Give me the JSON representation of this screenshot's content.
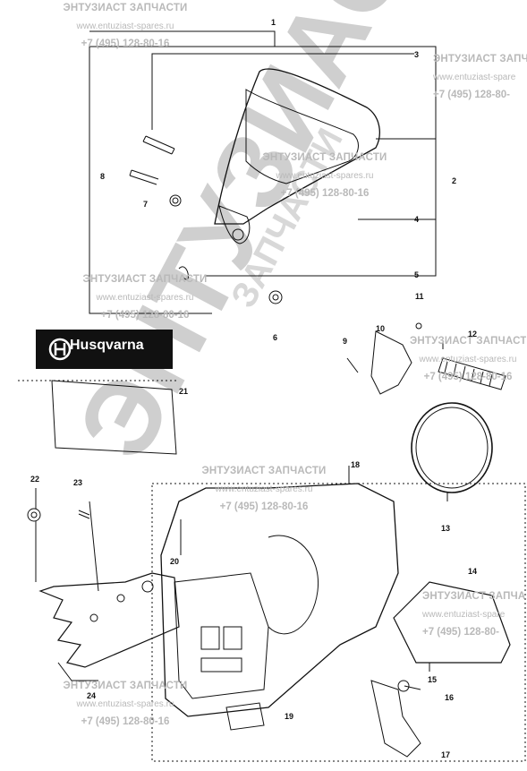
{
  "watermark": {
    "title": "ЭНТУЗИАСТ ЗАПЧАСТИ",
    "title_cut": "ЭНТУЗИАСТ ЗАПЧА",
    "url": "www.entuziast-spares.ru",
    "url_cut": "www.entuziast-spare",
    "phone": "+7 (495) 128-80-16",
    "phone_cut": "+7 (495) 128-80-",
    "big_word": "ЭНТУЗИАСТ",
    "big_word2": "ЗАПЧАСТИ"
  },
  "brand": {
    "name": "Husqvarna"
  },
  "callouts": [
    "1",
    "2",
    "3",
    "4",
    "5",
    "6",
    "7",
    "8",
    "9",
    "10",
    "11",
    "12",
    "13",
    "14",
    "15",
    "16",
    "17",
    "18",
    "19",
    "20",
    "21",
    "22",
    "23",
    "24"
  ],
  "colors": {
    "ink": "#111111",
    "watermark": "#b9b9b9",
    "big_watermark": "#cfcfcf"
  }
}
